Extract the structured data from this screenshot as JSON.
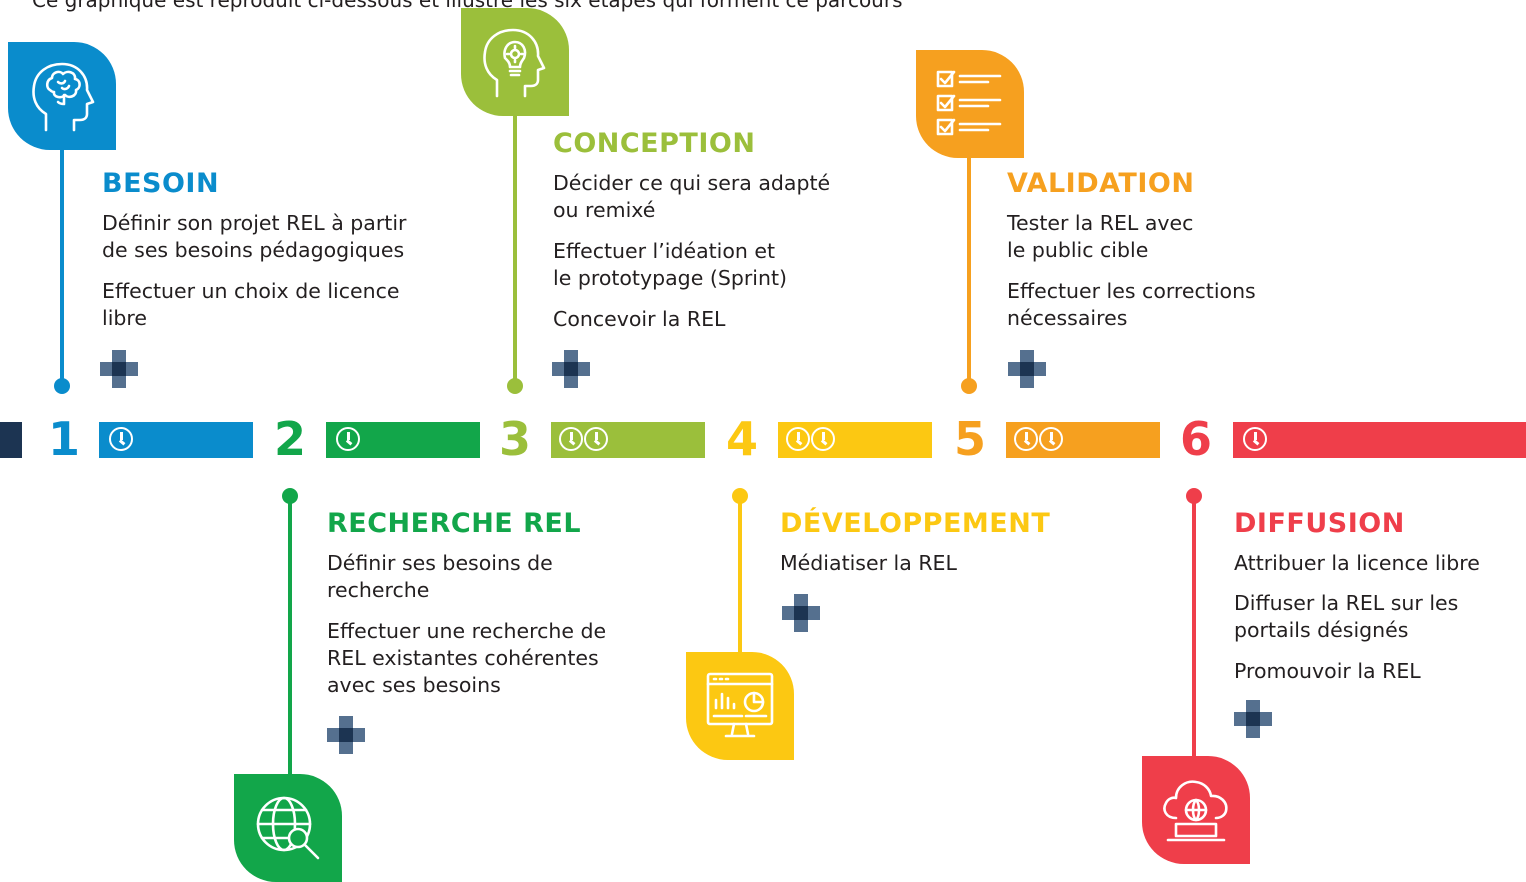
{
  "intro": "Ce graphique est reproduit ci-dessous et illustre les six étapes qui forment ce parcours",
  "steps": [
    {
      "number": "1",
      "title": "BESOIN",
      "color": "#0a8ccc",
      "icon": "brain-head-icon",
      "clocks": 1,
      "items": [
        "Définir son projet REL à partir\nde ses besoins  pédagogiques",
        "Effectuer un choix de licence\nlibre"
      ]
    },
    {
      "number": "2",
      "title": "RECHERCHE REL",
      "color": "#12a64a",
      "icon": "globe-search-icon",
      "clocks": 1,
      "items": [
        "Définir ses besoins de\nrecherche",
        "Effectuer une recherche de\nREL existantes cohérentes\navec ses besoins"
      ]
    },
    {
      "number": "3",
      "title": "CONCEPTION",
      "color": "#9bbf3b",
      "icon": "idea-head-icon",
      "clocks": 2,
      "items": [
        "Décider ce qui sera adapté\nou remixé",
        "Effectuer l’idéation et\nle prototypage (Sprint)",
        "Concevoir la REL"
      ]
    },
    {
      "number": "4",
      "title": "DÉVELOPPEMENT",
      "color": "#fcc812",
      "icon": "monitor-dashboard-icon",
      "clocks": 2,
      "items": [
        "Médiatiser la REL"
      ]
    },
    {
      "number": "5",
      "title": "VALIDATION",
      "color": "#f6a01f",
      "icon": "checklist-icon",
      "clocks": 2,
      "items": [
        "Tester la REL avec\nle public cible",
        "Effectuer les corrections\nnécessaires"
      ]
    },
    {
      "number": "6",
      "title": "DIFFUSION",
      "color": "#ef3e4a",
      "icon": "cloud-laptop-icon",
      "clocks": 1,
      "items": [
        "Attribuer la licence libre",
        "Diffuser la REL sur les\nportails désignés",
        "Promouvoir la REL"
      ]
    }
  ]
}
